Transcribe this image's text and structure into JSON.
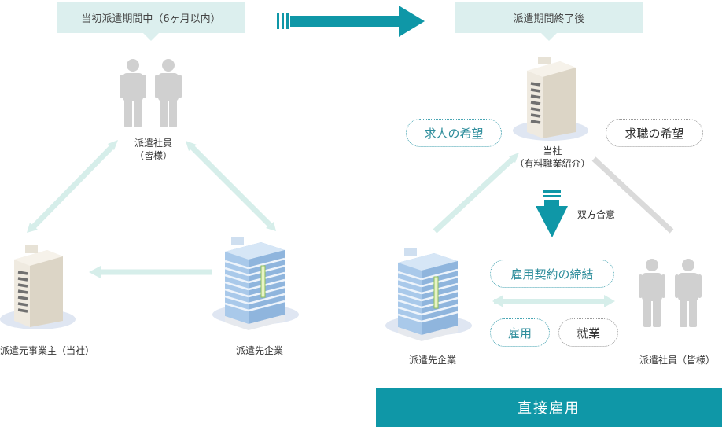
{
  "header_left": "当初派遣期間中（6ヶ月以内）",
  "header_right": "派遣期間終了後",
  "left": {
    "staff_line1": "派遣社員",
    "staff_line2": "（皆様）",
    "agency": "派遣元事業主（当社）",
    "client": "派遣先企業"
  },
  "right": {
    "company_line1": "当社",
    "company_line2": "（有料職業紹介）",
    "job_offer": "求人の希望",
    "job_seek": "求職の希望",
    "agreement": "双方合意",
    "contract": "雇用契約の締結",
    "employ": "雇用",
    "work": "就業",
    "client": "派遣先企業",
    "staff": "派遣社員（皆様）"
  },
  "banner": "直接雇用",
  "colors": {
    "teal": "#0f97a7",
    "light_teal": "#dcefee",
    "arrow_light": "#d6eeea",
    "gray_line": "#dadada",
    "person": "#d0d0d0"
  }
}
